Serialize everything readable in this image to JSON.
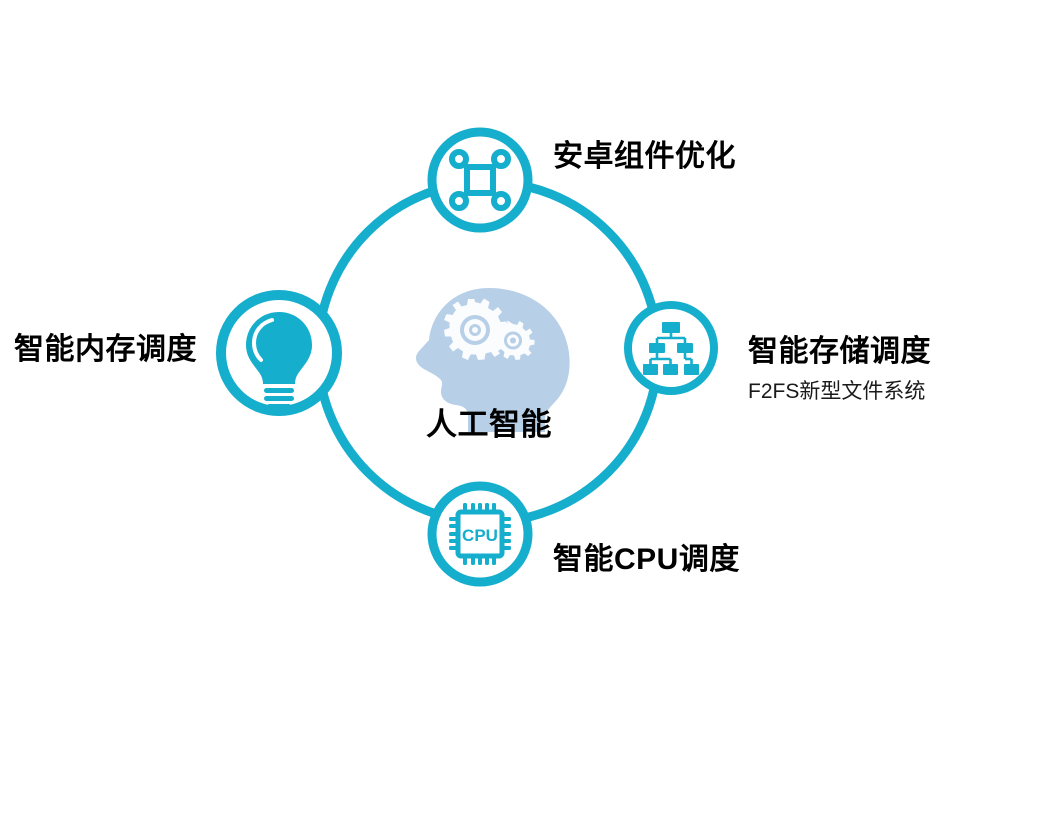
{
  "theme": {
    "accent": "#15AECC",
    "accent_dark": "#12A5C4",
    "head_fill": "#B7D0E8",
    "gear_fill": "#FAFCFE",
    "text": "#000000",
    "background": "#FFFFFF"
  },
  "diagram": {
    "type": "cycle-hub-and-spoke",
    "center": {
      "label": "人工智能",
      "icon": "head-gears-icon"
    },
    "nodes": [
      {
        "position": "top",
        "label": "安卓组件优化",
        "sublabel": "",
        "icon": "command-grid-icon"
      },
      {
        "position": "right",
        "label": "智能存储调度",
        "sublabel": "F2FS新型文件系统",
        "icon": "hierarchy-tree-icon"
      },
      {
        "position": "bottom",
        "label": "智能CPU调度",
        "sublabel": "",
        "icon": "cpu-chip-icon",
        "icon_text": "CPU"
      },
      {
        "position": "left",
        "label": "智能内存调度",
        "sublabel": "",
        "icon": "lightbulb-icon"
      }
    ]
  }
}
